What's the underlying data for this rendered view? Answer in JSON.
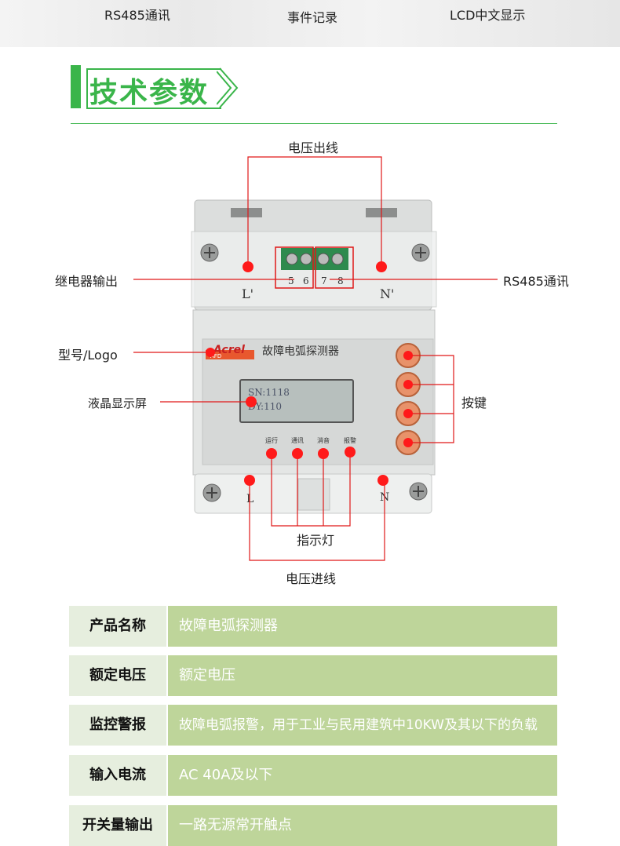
{
  "features": [
    "RS485通讯",
    "事件记录",
    "LCD中文显示"
  ],
  "section_title": "技术参数",
  "device": {
    "brand": "Acrel",
    "brand_sub": "AFD",
    "name": "故障电弧探测器",
    "lcd_line1": "SN:1118",
    "lcd_line2": "DY:110",
    "terminals": [
      "5",
      "6",
      "7",
      "8"
    ],
    "top_left_mark": "L'",
    "top_right_mark": "N'",
    "bottom_left_mark": "L",
    "bottom_right_mark": "N",
    "indicators": [
      "运行",
      "通讯",
      "消音",
      "报警"
    ]
  },
  "callouts": {
    "voltage_out": "电压出线",
    "relay_out": "继电器输出",
    "rs485": "RS485通讯",
    "model_logo": "型号/Logo",
    "lcd": "液晶显示屏",
    "buttons": "按键",
    "indicator_lights": "指示灯",
    "voltage_in": "电压进线"
  },
  "specs": [
    {
      "key": "产品名称",
      "value": "故障电弧探测器"
    },
    {
      "key": "额定电压",
      "value": "额定电压"
    },
    {
      "key": "监控警报",
      "value": "故障电弧报警，用于工业与民用建筑中10KW及其以下的负载"
    },
    {
      "key": "输入电流",
      "value": "AC 40A及以下"
    },
    {
      "key": "开关量输出",
      "value": "一路无源常开触点"
    }
  ],
  "colors": {
    "accent": "#3ab54a",
    "spec_value_bg": "#bed59a",
    "spec_key_bg": "#e6eede",
    "marker": "#ff1a1a",
    "button": "#e8926a"
  }
}
